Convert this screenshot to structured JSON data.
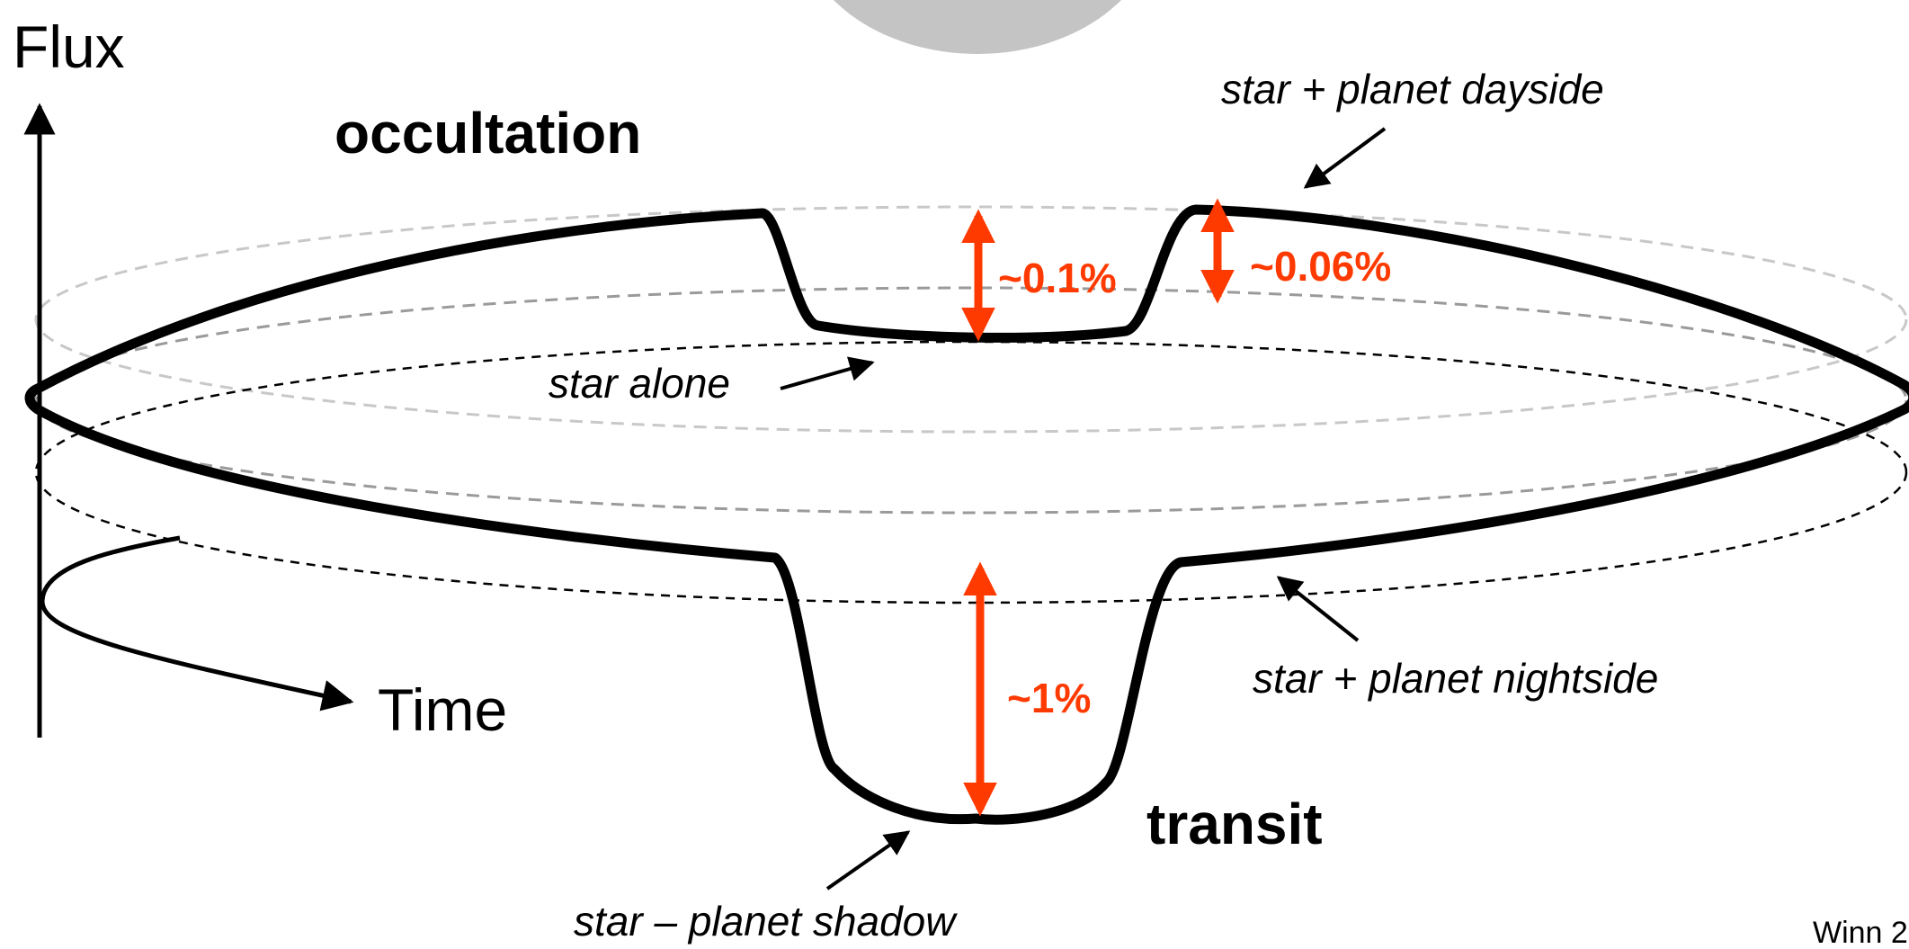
{
  "axis": {
    "y_label": "Flux",
    "x_label": "Time"
  },
  "events": {
    "occultation": "occultation",
    "transit": "transit"
  },
  "annotations": {
    "star_planet_dayside": "star + planet dayside",
    "star_alone": "star alone",
    "star_planet_nightside": "star + planet nightside",
    "star_planet_shadow": "star – planet shadow"
  },
  "depths": {
    "occultation_depth": "~0.1%",
    "dayside_nightside_difference": "~0.06%",
    "transit_depth": "~1%"
  },
  "credit": "Winn 2",
  "colors": {
    "curve": "#000000",
    "arrow_accent": "#ff3a00",
    "orbit_light": "#c8c8c8",
    "orbit_mid": "#9a9a9a",
    "orbit_dark": "#000000",
    "planet_disk": "#c4c4c4"
  }
}
